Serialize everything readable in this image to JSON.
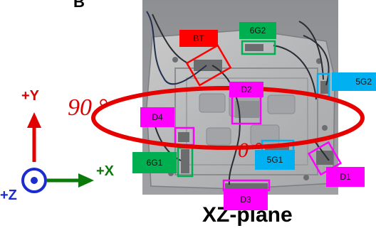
{
  "top_label": "B",
  "angle_90": "90 °",
  "angle_0": "0 °",
  "plane_label": "XZ-plane",
  "axes": {
    "y": "+Y",
    "x": "+X",
    "z": "+Z"
  },
  "antenna_tags": {
    "bt": "BT",
    "g6_2": "6G2",
    "g5_2": "5G2",
    "d2": "D2",
    "d4": "D4",
    "g6_1": "6G1",
    "g5_1": "5G1",
    "d1": "D1",
    "d3": "D3"
  },
  "colors": {
    "rotation_ring": "#e60000",
    "wifi_5g": "#00b0f0",
    "wifi_6g": "#00b050",
    "bt": "#ff0000",
    "d_series": "#ff00ff",
    "axis_y": "#e00000",
    "axis_x": "#0b7a0b",
    "axis_z": "#1a2bd0"
  }
}
